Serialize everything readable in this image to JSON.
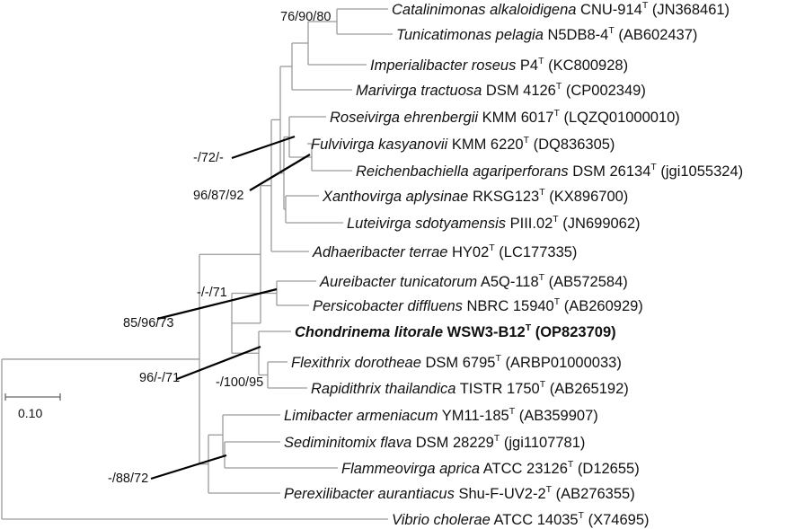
{
  "taxa": [
    {
      "genus_species": "Catalinimonas alkaloidigena",
      "strain": "CNU-914",
      "type_mark": "T",
      "accession": "(JN368461)",
      "bold": false
    },
    {
      "genus_species": "Tunicatimonas pelagia",
      "strain": "N5DB8-4",
      "type_mark": "T",
      "accession": "(AB602437)",
      "bold": false
    },
    {
      "genus_species": "Imperialibacter roseus",
      "strain": "P4",
      "type_mark": "T",
      "accession": "(KC800928)",
      "bold": false
    },
    {
      "genus_species": "Marivirga tractuosa",
      "strain": "DSM 4126",
      "type_mark": "T",
      "accession": "(CP002349)",
      "bold": false
    },
    {
      "genus_species": "Roseivirga ehrenbergii",
      "strain": "KMM 6017",
      "type_mark": "T",
      "accession": "(LQZQ01000010)",
      "bold": false
    },
    {
      "genus_species": "Fulvivirga kasyanovii",
      "strain": "KMM 6220",
      "type_mark": "T",
      "accession": "(DQ836305)",
      "bold": false
    },
    {
      "genus_species": "Reichenbachiella agariperforans",
      "strain": "DSM 26134",
      "type_mark": "T",
      "accession": "(jgi1055324)",
      "bold": false
    },
    {
      "genus_species": "Xanthovirga aplysinae",
      "strain": "RKSG123",
      "type_mark": "T",
      "accession": "(KX896700)",
      "bold": false
    },
    {
      "genus_species": "Luteivirga sdotyamensis",
      "strain": "PIII.02",
      "type_mark": "T",
      "accession": "(JN699062)",
      "bold": false
    },
    {
      "genus_species": "Adhaeribacter terrae",
      "strain": "HY02",
      "type_mark": "T",
      "accession": "(LC177335)",
      "bold": false
    },
    {
      "genus_species": "Aureibacter tunicatorum",
      "strain": "A5Q-118",
      "type_mark": "T",
      "accession": "(AB572584)",
      "bold": false
    },
    {
      "genus_species": "Persicobacter diffluens",
      "strain": "NBRC 15940",
      "type_mark": "T",
      "accession": "(AB260929)",
      "bold": false
    },
    {
      "genus_species": "Chondrinema litorale",
      "strain": "WSW3-B12",
      "type_mark": "T",
      "accession": "(OP823709)",
      "bold": true
    },
    {
      "genus_species": "Flexithrix dorotheae",
      "strain": "DSM 6795",
      "type_mark": "T",
      "accession": "(ARBP01000033)",
      "bold": false
    },
    {
      "genus_species": "Rapidithrix thailandica",
      "strain": "TISTR 1750",
      "type_mark": "T",
      "accession": "(AB265192)",
      "bold": false
    },
    {
      "genus_species": "Limibacter armeniacum",
      "strain": "YM11-185",
      "type_mark": "T",
      "accession": "(AB359907)",
      "bold": false
    },
    {
      "genus_species": "Sediminitomix flava",
      "strain": "DSM 28229",
      "type_mark": "T",
      "accession": "(jgi1107781)",
      "bold": false
    },
    {
      "genus_species": "Flammeovirga aprica",
      "strain": "ATCC 23126",
      "type_mark": "T",
      "accession": "(D12655)",
      "bold": false
    },
    {
      "genus_species": "Perexilibacter aurantiacus",
      "strain": "Shu-F-UV2-2",
      "type_mark": "T",
      "accession": "(AB276355)",
      "bold": false
    },
    {
      "genus_species": "Vibrio cholerae",
      "strain": "ATCC 14035",
      "type_mark": "T",
      "accession": "(X74695)",
      "bold": false
    }
  ],
  "bootstrap_labels": [
    "76/90/80",
    "-/72/-",
    "96/87/92",
    "-/-/71",
    "85/96/73",
    "96/-/71",
    "-/100/95",
    "-/88/72"
  ],
  "scale_bar": {
    "label": "0.10",
    "value": 0.1
  },
  "colors": {
    "branch": "#9a9a9a",
    "pointer": "#000000",
    "text": "#111111"
  }
}
